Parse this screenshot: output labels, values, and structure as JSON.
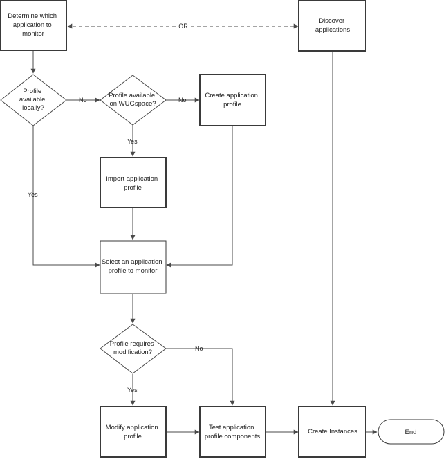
{
  "nodes": {
    "determine": [
      "Determine which",
      "application to",
      "monitor"
    ],
    "discover": [
      "Discover",
      "applications"
    ],
    "profile_local": [
      "Profile",
      "available",
      "locally?"
    ],
    "profile_wug": [
      "Profile available",
      "on WUGspace?"
    ],
    "create_profile": [
      "Create application",
      "profile"
    ],
    "import_profile": [
      "Import application",
      "profile"
    ],
    "select_profile": [
      "Select an application",
      "profile to monitor"
    ],
    "requires_mod": [
      "Profile requires",
      "modification?"
    ],
    "modify_profile": [
      "Modify application",
      "profile"
    ],
    "test_components": [
      "Test application",
      "profile components"
    ],
    "create_instances": [
      "Create Instances"
    ],
    "end": [
      "End"
    ]
  },
  "labels": {
    "or": "OR",
    "no_local": "No",
    "no_wug": "No",
    "yes_wug": "Yes",
    "yes_local": "Yes",
    "no_mod": "No",
    "yes_mod": "Yes"
  }
}
